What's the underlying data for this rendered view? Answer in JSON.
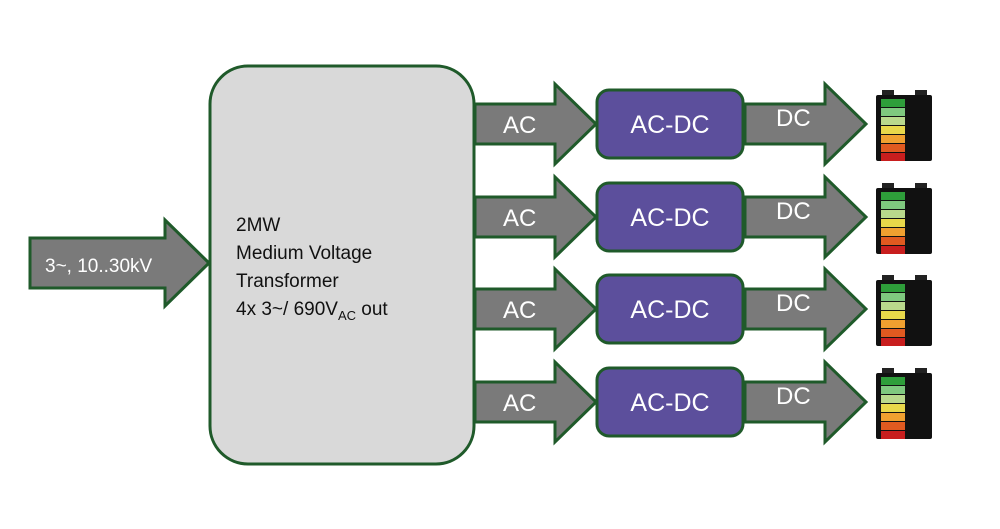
{
  "input": {
    "label": "3~, 10..30kV"
  },
  "transformer": {
    "line1": "2MW",
    "line2": "Medium Voltage",
    "line3": "Transformer",
    "line4_prefix": "4x 3~/ 690V",
    "line4_sub": "AC",
    "line4_suffix": " out"
  },
  "channels": [
    {
      "ac_label": "AC",
      "converter_label": "AC-DC",
      "dc_label": "DC"
    },
    {
      "ac_label": "AC",
      "converter_label": "AC-DC",
      "dc_label": "DC"
    },
    {
      "ac_label": "AC",
      "converter_label": "AC-DC",
      "dc_label": "DC"
    },
    {
      "ac_label": "AC",
      "converter_label": "AC-DC",
      "dc_label": "DC"
    }
  ],
  "colors": {
    "arrow_fill": "#7a7a7a",
    "outline": "#1f5a2a",
    "converter_fill": "#5c4f9c",
    "transformer_fill": "#d9d9d9",
    "battery_segments": [
      "#2e9e3a",
      "#7fc97f",
      "#b9d98c",
      "#e8d84a",
      "#f0a030",
      "#e05a20",
      "#c81e1e"
    ]
  }
}
